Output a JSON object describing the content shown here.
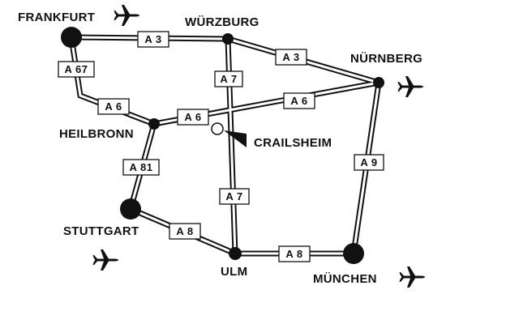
{
  "cities": {
    "frankfurt": "FRANKFURT",
    "wuerzburg": "WÜRZBURG",
    "nuernberg": "NÜRNBERG",
    "heilbronn": "HEILBRONN",
    "crailsheim": "CRAILSHEIM",
    "stuttgart": "STUTTGART",
    "ulm": "ULM",
    "muenchen": "MÜNCHEN"
  },
  "highways": {
    "a3_frankfurt_wuerzburg": "A 3",
    "a3_wuerzburg_nuernberg": "A 3",
    "a67": "A 67",
    "a6_west": "A 6",
    "a6_center": "A 6",
    "a6_east": "A 6",
    "a7_north": "A 7",
    "a7_south": "A 7",
    "a81": "A 81",
    "a8_west": "A 8",
    "a8_east": "A 8",
    "a9": "A 9"
  },
  "airports": [
    "airplane-icon",
    "airplane-icon",
    "airplane-icon",
    "airplane-icon"
  ],
  "colors": {
    "ink": "#111111",
    "background": "#ffffff"
  }
}
